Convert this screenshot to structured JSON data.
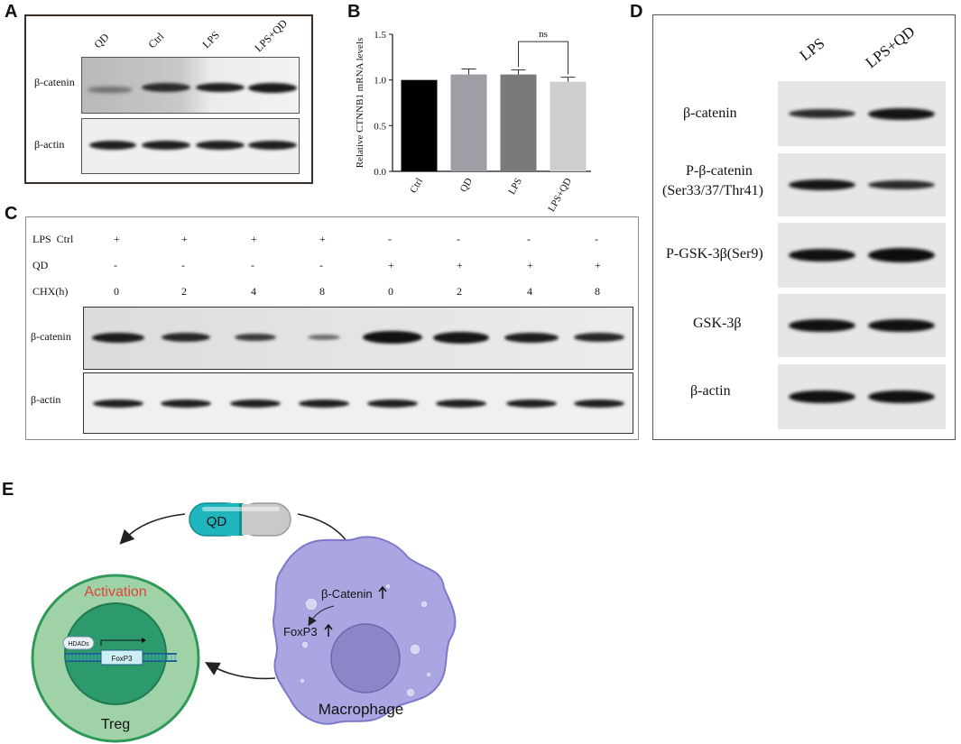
{
  "panels": {
    "a": "A",
    "b": "B",
    "c": "C",
    "d": "D",
    "e": "E"
  },
  "panel_a": {
    "lanes": [
      "QD",
      "Ctrl",
      "LPS",
      "LPS+QD"
    ],
    "rows": [
      "β-catenin",
      "β-actin"
    ]
  },
  "panel_b": {
    "chart_data": {
      "type": "bar",
      "categories": [
        "Ctrl",
        "QD",
        "LPS",
        "LPS+QD"
      ],
      "values": [
        1.0,
        1.06,
        1.06,
        0.98
      ],
      "errors": [
        0.0,
        0.06,
        0.05,
        0.05
      ],
      "colors": [
        "#000000",
        "#9e9ea6",
        "#7a7a7a",
        "#cfcfcf"
      ],
      "ylabel": "Relative CTNNB1 mRNA levels",
      "ylim": [
        0,
        1.5
      ],
      "yticks": [
        "0.0",
        "0.5",
        "1.0",
        "1.5"
      ],
      "annotation": "ns"
    }
  },
  "panel_c": {
    "row_labels": [
      "LPS  Ctrl",
      "QD",
      "CHX(h)"
    ],
    "lps_ctrl": [
      "+",
      "+",
      "+",
      "+",
      "-",
      "-",
      "-",
      "-"
    ],
    "qd": [
      "-",
      "-",
      "-",
      "-",
      "+",
      "+",
      "+",
      "+"
    ],
    "chx": [
      "0",
      "2",
      "4",
      "8",
      "0",
      "2",
      "4",
      "8"
    ],
    "rows": [
      "β-catenin",
      "β-actin"
    ]
  },
  "panel_d": {
    "lanes": [
      "LPS",
      "LPS+QD"
    ],
    "rows": [
      "β-catenin",
      "P-β-catenin",
      "(Ser33/37/Thr41)",
      "P-GSK-3β(Ser9)",
      "GSK-3β",
      "β-actin"
    ]
  },
  "panel_e": {
    "pill": "QD",
    "activation": "Activation",
    "hdacs": "HDADs",
    "foxp3_gene": "FoxP3",
    "treg": "Treg",
    "beta_catenin": "β-Catenin",
    "foxp3": "FoxP3",
    "macrophage": "Macrophage",
    "colors": {
      "treg_outer": "#9fd2a6",
      "treg_inner": "#2c9a6c",
      "macrophage": "#a9a6e2",
      "pill_teal": "#1fb5bd",
      "activation": "#e0433a"
    }
  }
}
